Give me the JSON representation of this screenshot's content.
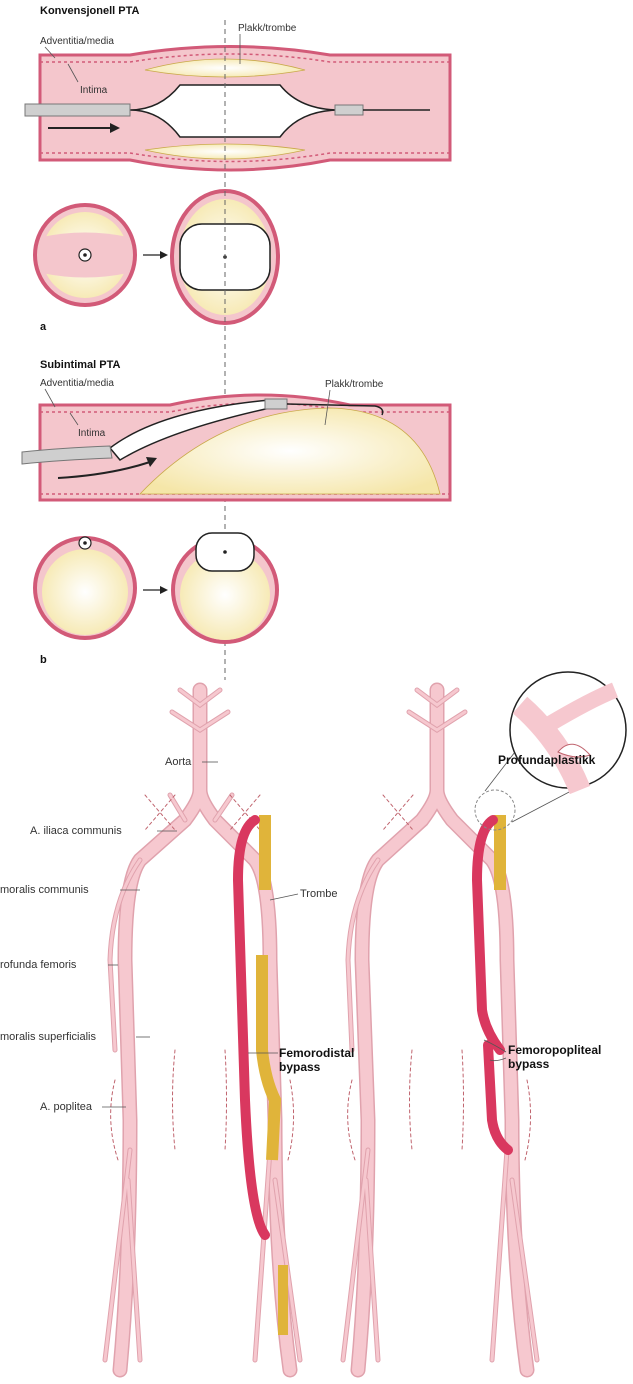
{
  "panel_a": {
    "title": "Konvensjonell PTA",
    "label_adventitia": "Adventitia/media",
    "label_intima": "Intima",
    "label_plaque": "Plakk/trombe",
    "letter": "a"
  },
  "panel_b": {
    "title": "Subintimal PTA",
    "label_adventitia": "Adventitia/media",
    "label_intima": "Intima",
    "label_plaque": "Plakk/trombe",
    "letter": "b"
  },
  "bypass": {
    "aorta": "Aorta",
    "iliaca": "A. iliaca communis",
    "fem_communis": "moralis communis",
    "prof_femoris": "rofunda femoris",
    "fem_superficialis": "moralis superficialis",
    "poplitea": "A. poplitea",
    "trombe": "Trombe",
    "femorodistal_1": "Femorodistal",
    "femorodistal_2": "bypass",
    "profundaplastikk": "Profundaplastikk",
    "femoropopliteal_1": "Femoropopliteal",
    "femoropopliteal_2": "bypass"
  },
  "colors": {
    "wall": "#e0788f",
    "lumen": "#f7cdd3",
    "plaque": "#fbf3cf",
    "graft": "#d9385f",
    "thrombus": "#e0b43a",
    "vessel": "#f6c8cf"
  }
}
